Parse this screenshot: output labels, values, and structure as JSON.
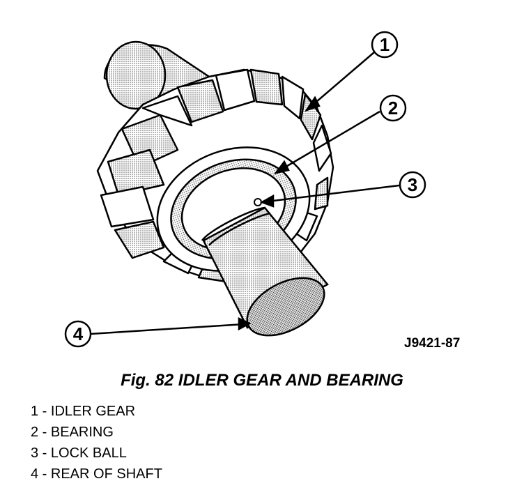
{
  "figure": {
    "reference_code": "J9421-87",
    "caption": "Fig. 82 IDLER GEAR AND BEARING",
    "callouts": [
      "1",
      "2",
      "3",
      "4"
    ],
    "legend": [
      {
        "number": "1",
        "text": "1 - IDLER GEAR"
      },
      {
        "number": "2",
        "text": "2 - BEARING"
      },
      {
        "number": "3",
        "text": "3 - LOCK BALL"
      },
      {
        "number": "4",
        "text": "4 - REAR OF SHAFT"
      }
    ],
    "colors": {
      "ink": "#000000",
      "paper": "#ffffff",
      "shade": "#d9d9d9",
      "shade_dark": "#b8b8b8"
    }
  }
}
